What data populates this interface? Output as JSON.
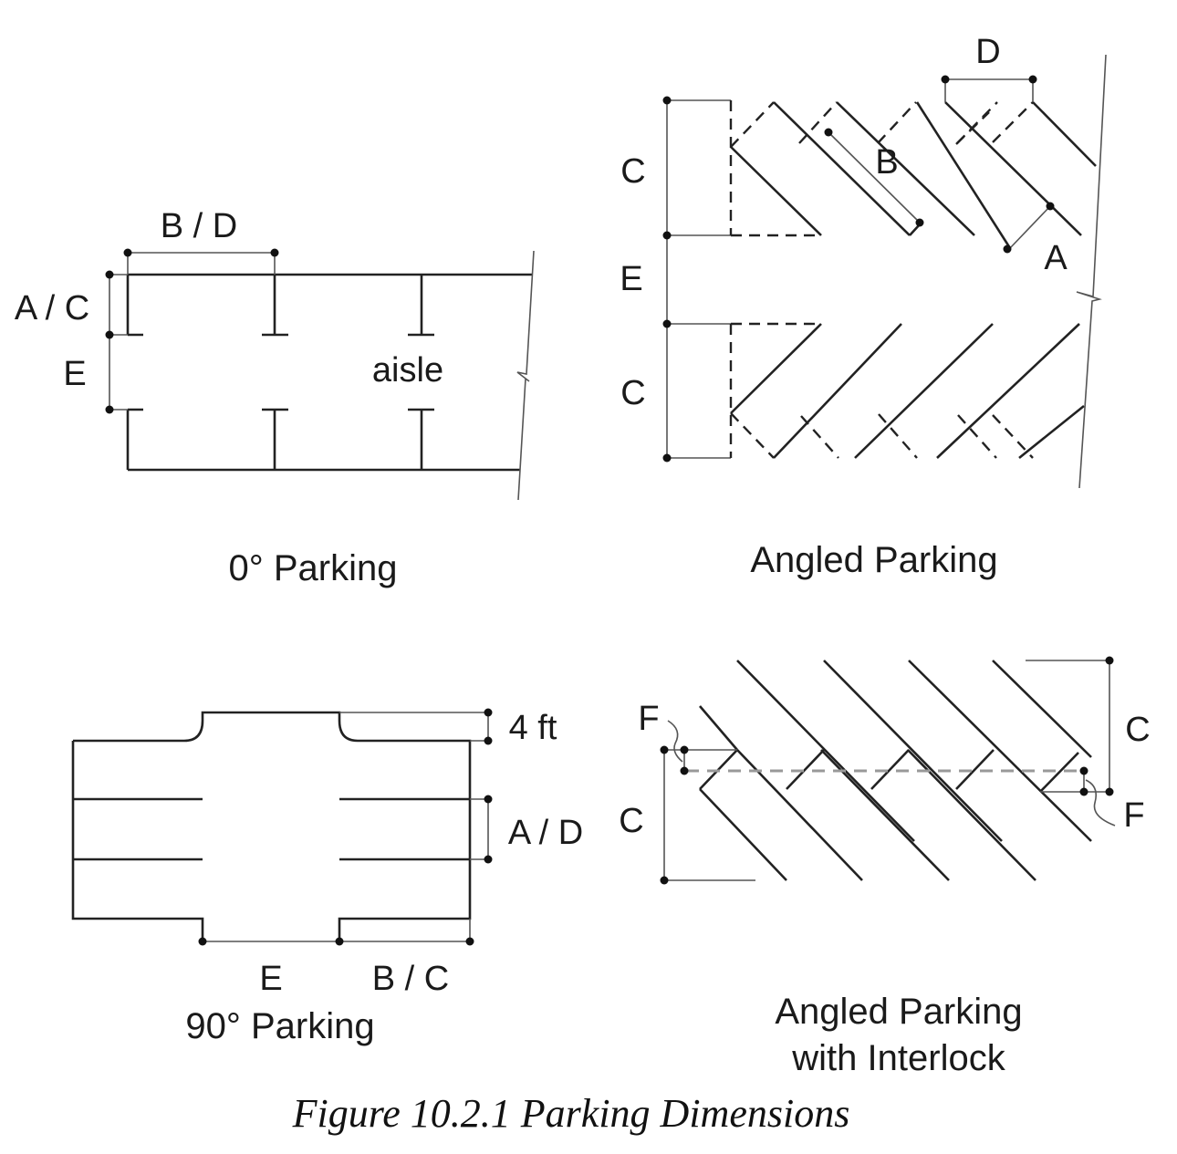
{
  "figure": {
    "caption": "Figure 10.2.1 Parking Dimensions"
  },
  "diagrams": {
    "parallel": {
      "title": "0° Parking",
      "labels": {
        "width": "B / D",
        "depth": "A / C",
        "aisle_width": "E",
        "aisle": "aisle"
      }
    },
    "angled": {
      "title": "Angled Parking",
      "labels": {
        "stall_width": "D",
        "stall_length": "B",
        "stall_perp_width": "A",
        "depth_top": "C",
        "aisle_width": "E",
        "depth_bottom": "C"
      }
    },
    "perpendicular": {
      "title": "90° Parking",
      "labels": {
        "overhang": "4 ft",
        "stall_width": "A / D",
        "aisle_width": "E",
        "stall_depth": "B / C"
      }
    },
    "interlock": {
      "title_line1": "Angled Parking",
      "title_line2": "with Interlock",
      "labels": {
        "offset_left": "F",
        "depth_left": "C",
        "depth_right": "C",
        "offset_right": "F"
      }
    }
  }
}
